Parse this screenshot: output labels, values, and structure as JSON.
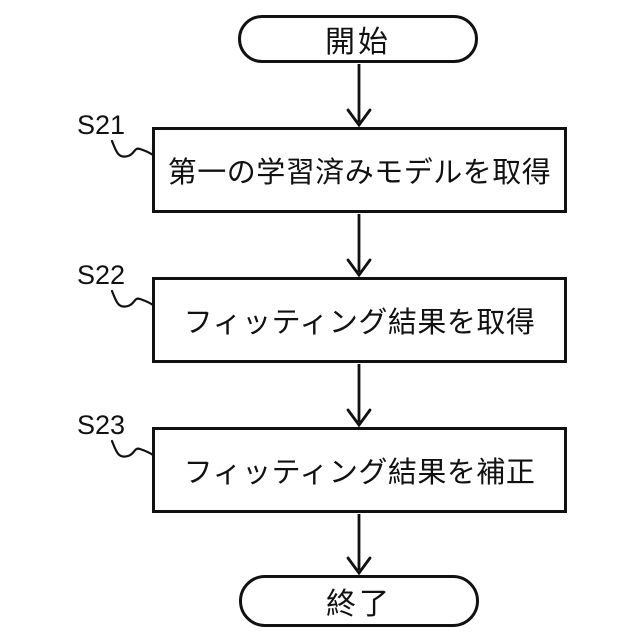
{
  "diagram": {
    "type": "flowchart",
    "orientation": "top-down",
    "start": {
      "label": "開始"
    },
    "end": {
      "label": "終了"
    },
    "steps": [
      {
        "id": "S21",
        "label": "第一の学習済みモデルを取得"
      },
      {
        "id": "S22",
        "label": "フィッティング結果を取得"
      },
      {
        "id": "S23",
        "label": "フィッティング結果を補正"
      }
    ],
    "colors": {
      "stroke": "#111111",
      "text": "#111111",
      "background": "#ffffff"
    }
  }
}
